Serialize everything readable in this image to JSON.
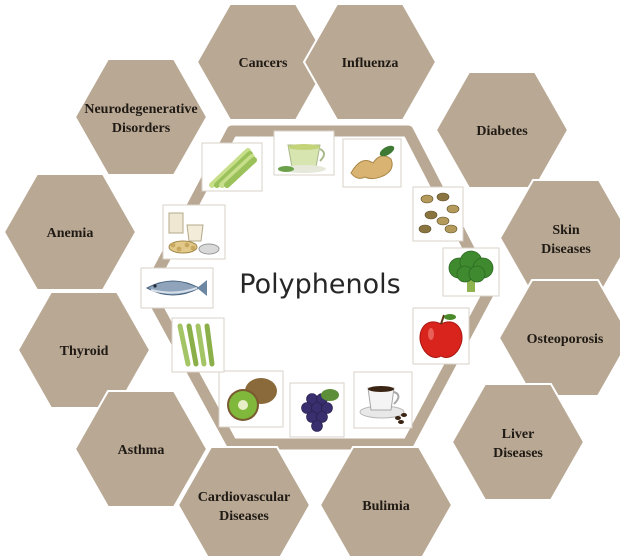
{
  "center": {
    "title": "Polyphenols"
  },
  "diseases": [
    {
      "id": "cancers",
      "lines": [
        "Cancers"
      ]
    },
    {
      "id": "influenza",
      "lines": [
        "Influenza"
      ]
    },
    {
      "id": "neurodegenerative-disorders",
      "lines": [
        "Neurodegenerative",
        "Disorders"
      ]
    },
    {
      "id": "diabetes",
      "lines": [
        "Diabetes"
      ]
    },
    {
      "id": "anemia",
      "lines": [
        "Anemia"
      ]
    },
    {
      "id": "skin-diseases",
      "lines": [
        "Skin",
        "Diseases"
      ]
    },
    {
      "id": "thyroid",
      "lines": [
        "Thyroid"
      ]
    },
    {
      "id": "osteoporosis",
      "lines": [
        "Osteoporosis"
      ]
    },
    {
      "id": "asthma",
      "lines": [
        "Asthma"
      ]
    },
    {
      "id": "liver-diseases",
      "lines": [
        "Liver",
        "Diseases"
      ]
    },
    {
      "id": "cardiovascular-diseases",
      "lines": [
        "Cardiovascular",
        "Diseases"
      ]
    },
    {
      "id": "bulimia",
      "lines": [
        "Bulimia"
      ]
    }
  ],
  "foods": [
    {
      "icon": "celery-icon"
    },
    {
      "icon": "green-tea-icon"
    },
    {
      "icon": "ginger-icon"
    },
    {
      "icon": "seeds-icon"
    },
    {
      "icon": "broccoli-icon"
    },
    {
      "icon": "apple-icon"
    },
    {
      "icon": "coffee-icon"
    },
    {
      "icon": "grapes-icon"
    },
    {
      "icon": "kiwi-icon"
    },
    {
      "icon": "green-beans-icon"
    },
    {
      "icon": "fish-icon"
    },
    {
      "icon": "soy-icon"
    }
  ],
  "colors": {
    "hex_fill": "#b9a894",
    "hex_fill_light": "#c9baa8",
    "center_fill": "#ffffff",
    "center_stroke": "#b9a894",
    "text": "#1f1a14"
  }
}
